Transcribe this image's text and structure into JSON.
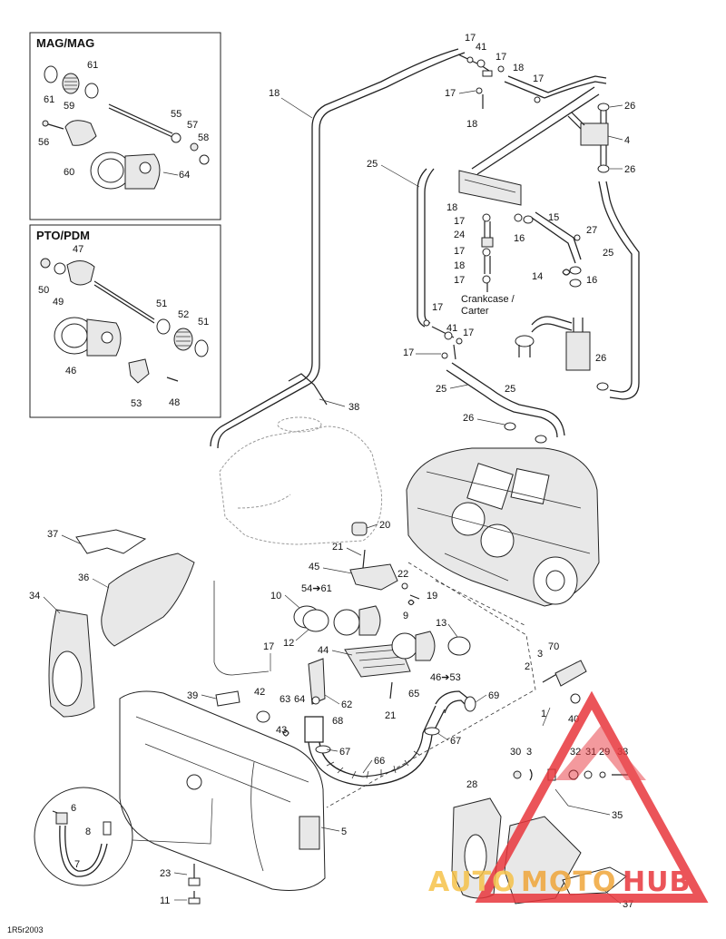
{
  "diagram": {
    "inset_titles": {
      "mag": "MAG/MAG",
      "pto": "PTO/PDM"
    },
    "figure_code": "1R5r2003",
    "crankcase_note": [
      "Crankcase /",
      "Carter"
    ],
    "labels": {
      "l17a": "17",
      "l41a": "41",
      "l17b": "17",
      "l18a": "18",
      "l17c": "17",
      "l17d": "17",
      "l18main": "18",
      "l18b": "18",
      "l26a": "26",
      "l4": "4",
      "l26b": "26",
      "l25a": "25",
      "l18c": "18",
      "l17e": "17",
      "l24": "24",
      "l17f": "17",
      "l18d": "18",
      "l17g": "17",
      "l16a": "16",
      "l15": "15",
      "l27": "27",
      "l25b": "25",
      "l14": "14",
      "l16b": "16",
      "l17h": "17",
      "l41b": "41",
      "l17i": "17",
      "l17j": "17",
      "l25c": "25",
      "l25d": "25",
      "l26c": "26",
      "l26d": "26",
      "l38": "38",
      "l61a": "61",
      "l61b": "61",
      "l59": "59",
      "l55": "55",
      "l57": "57",
      "l58": "58",
      "l56": "56",
      "l60": "60",
      "l64": "64",
      "l47": "47",
      "l50": "50",
      "l49": "49",
      "l51a": "51",
      "l52": "52",
      "l51b": "51",
      "l46a": "46",
      "l53a": "53",
      "l48": "48",
      "l37a": "37",
      "l36": "36",
      "l34": "34",
      "l20": "20",
      "l21a": "21",
      "l45": "45",
      "l54to61": "54➔61",
      "l22": "22",
      "l19": "19",
      "l9": "9",
      "l10": "10",
      "l12": "12",
      "l13": "13",
      "l44": "44",
      "l46to53": "46➔53",
      "l3": "3",
      "l70": "70",
      "l2": "2",
      "l1": "1",
      "l40": "40",
      "l17k": "17",
      "l39": "39",
      "l42": "42",
      "l63": "63",
      "l64b": "64",
      "l62": "62",
      "l68": "68",
      "l43": "43",
      "l65": "65",
      "l69": "69",
      "l21b": "21",
      "l67a": "67",
      "l67b": "67",
      "l66": "66",
      "l30": "30",
      "l3b": "3",
      "l32": "32",
      "l31": "31",
      "l29": "29",
      "l33": "33",
      "l6": "6",
      "l8": "8",
      "l7": "7",
      "l5": "5",
      "l28": "28",
      "l35": "35",
      "l23": "23",
      "l11": "11",
      "l37b": "37"
    }
  },
  "watermark": {
    "word1": "AUTO",
    "word2": "MOTO",
    "word3": "HUB",
    "color": "#e8373d",
    "color_dark": "#f0a63a",
    "color_light": "#f6c24a"
  }
}
